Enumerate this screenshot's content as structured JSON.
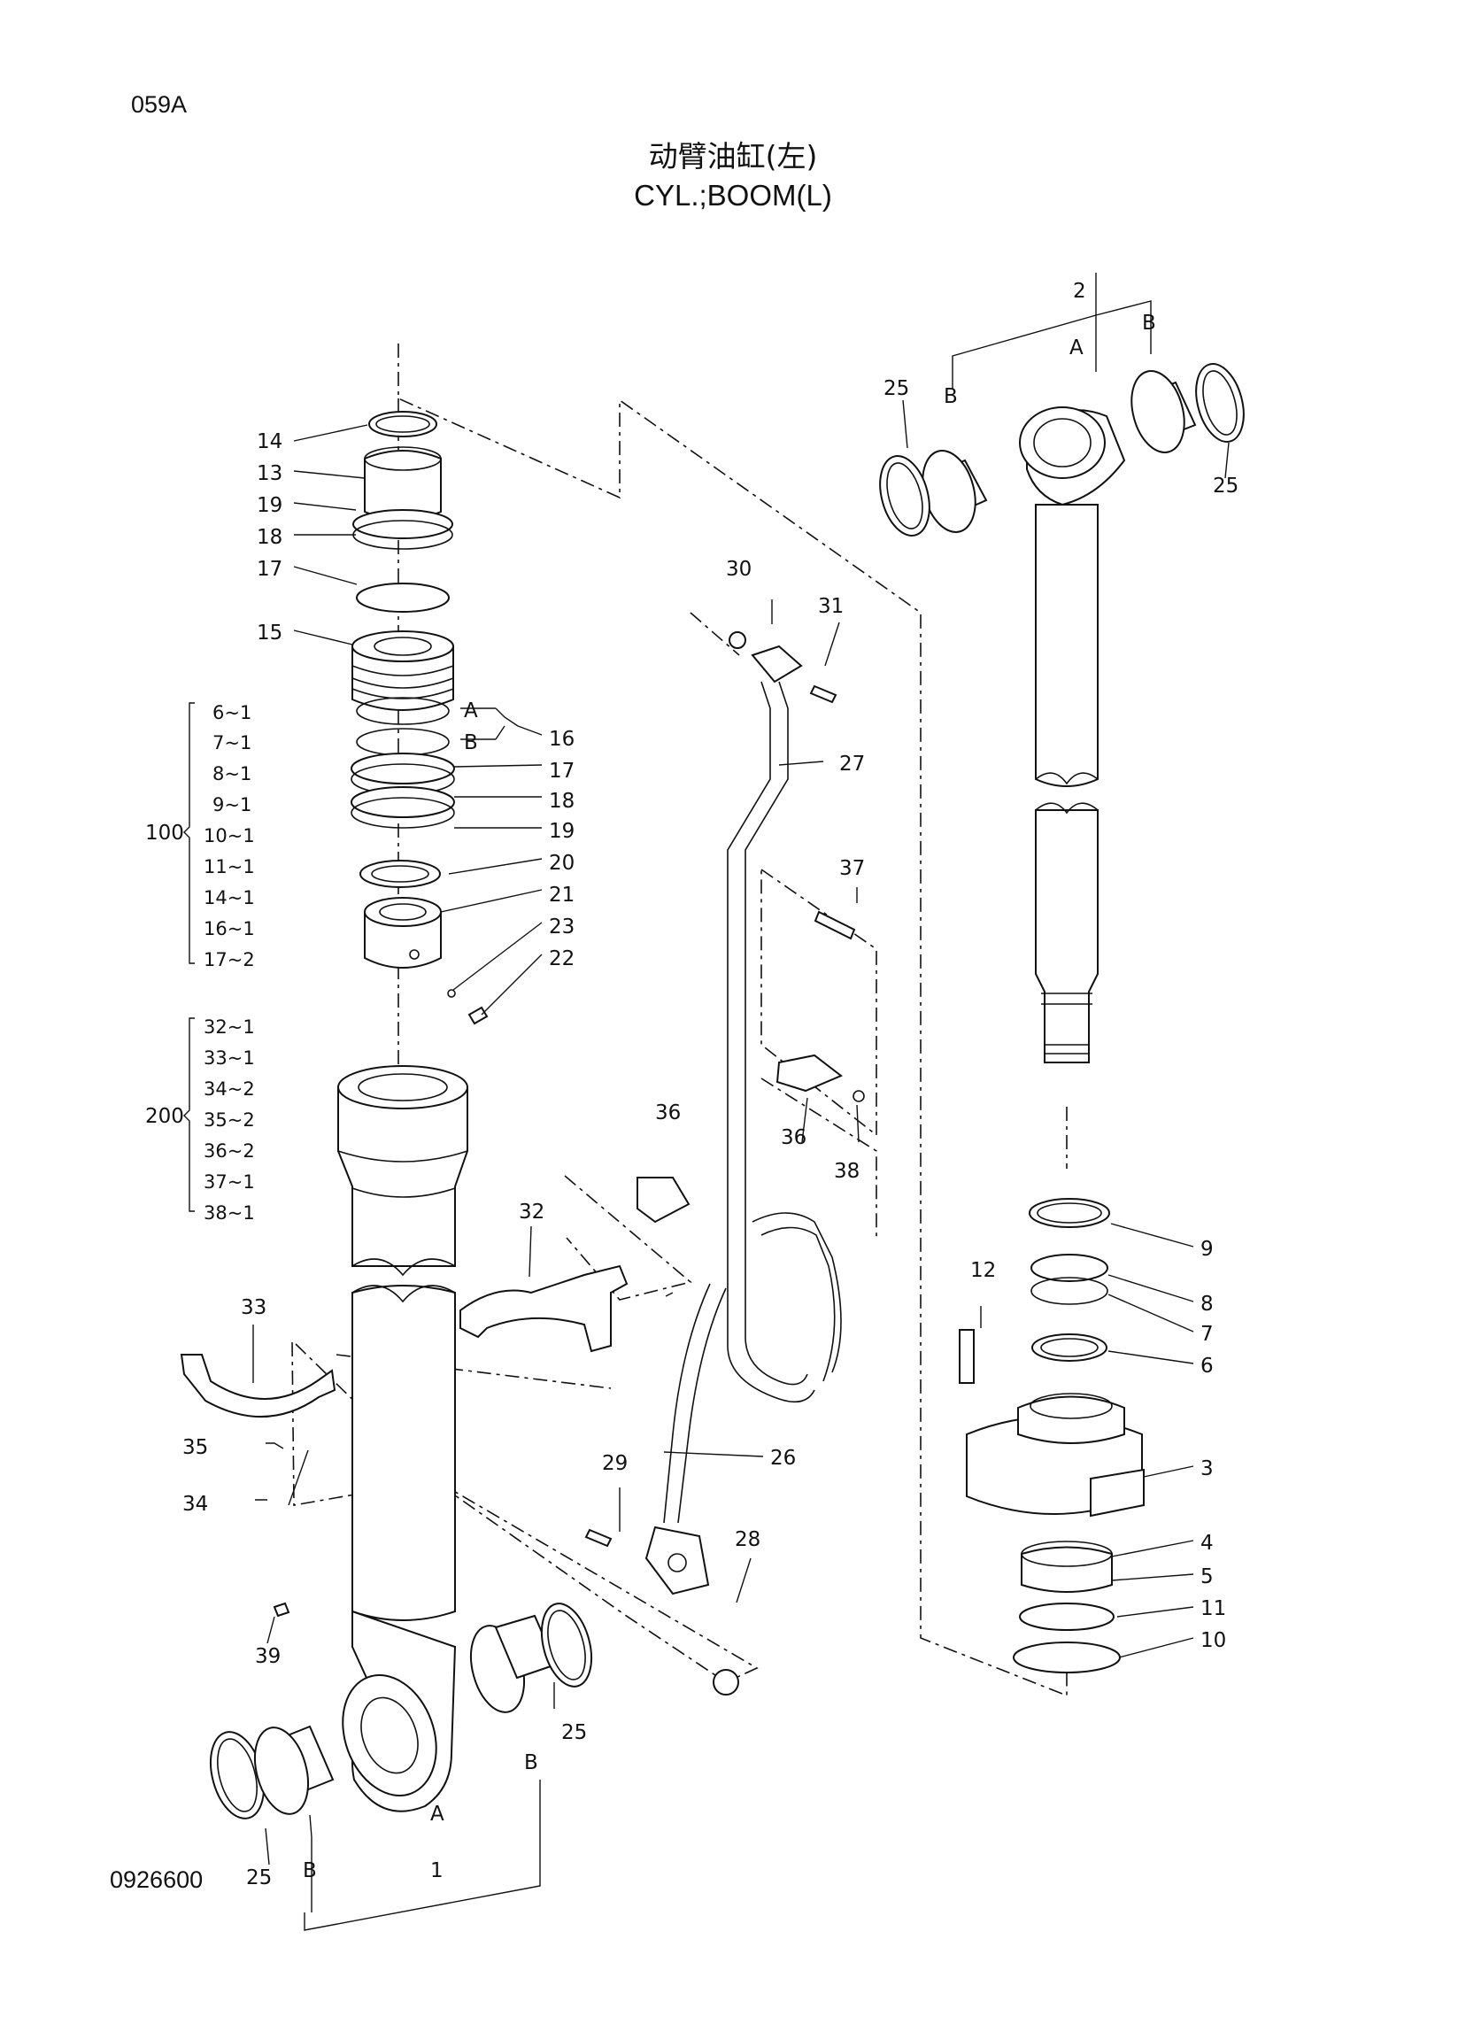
{
  "page": {
    "code": "059A",
    "drawing_no": "0926600"
  },
  "title": {
    "cn": "动臂油缸(左)",
    "en": "CYL.;BOOM(L)"
  },
  "labels": {
    "p1": "1",
    "p2": "2",
    "p3": "3",
    "p4": "4",
    "p5": "5",
    "p6": "6",
    "p7": "7",
    "p8": "8",
    "p9": "9",
    "p10": "10",
    "p11": "11",
    "p12": "12",
    "p13": "13",
    "p14": "14",
    "p15": "15",
    "p16": "16",
    "p17a": "17",
    "p17b": "17",
    "p18a": "18",
    "p18b": "18",
    "p19a": "19",
    "p19b": "19",
    "p20": "20",
    "p21": "21",
    "p22": "22",
    "p23": "23",
    "p25a": "25",
    "p25b": "25",
    "p25c": "25",
    "p25d": "25",
    "p26": "26",
    "p27": "27",
    "p28": "28",
    "p29": "29",
    "p30": "30",
    "p31": "31",
    "p32": "32",
    "p33": "33",
    "p34": "34",
    "p35": "35",
    "p36a": "36",
    "p36b": "36",
    "p37": "37",
    "p38": "38",
    "p39": "39",
    "a1": "A",
    "a2": "A",
    "a3": "A",
    "b1": "B",
    "b2": "B",
    "b3": "B",
    "b4": "B",
    "b5": "B"
  },
  "kit100": {
    "number": "100",
    "items": [
      "6~1",
      "7~1",
      "8~1",
      "9~1",
      "10~1",
      "11~1",
      "14~1",
      "16~1",
      "17~2"
    ]
  },
  "kit200": {
    "number": "200",
    "items": [
      "32~1",
      "33~1",
      "34~2",
      "35~2",
      "36~2",
      "37~1",
      "38~1"
    ]
  }
}
